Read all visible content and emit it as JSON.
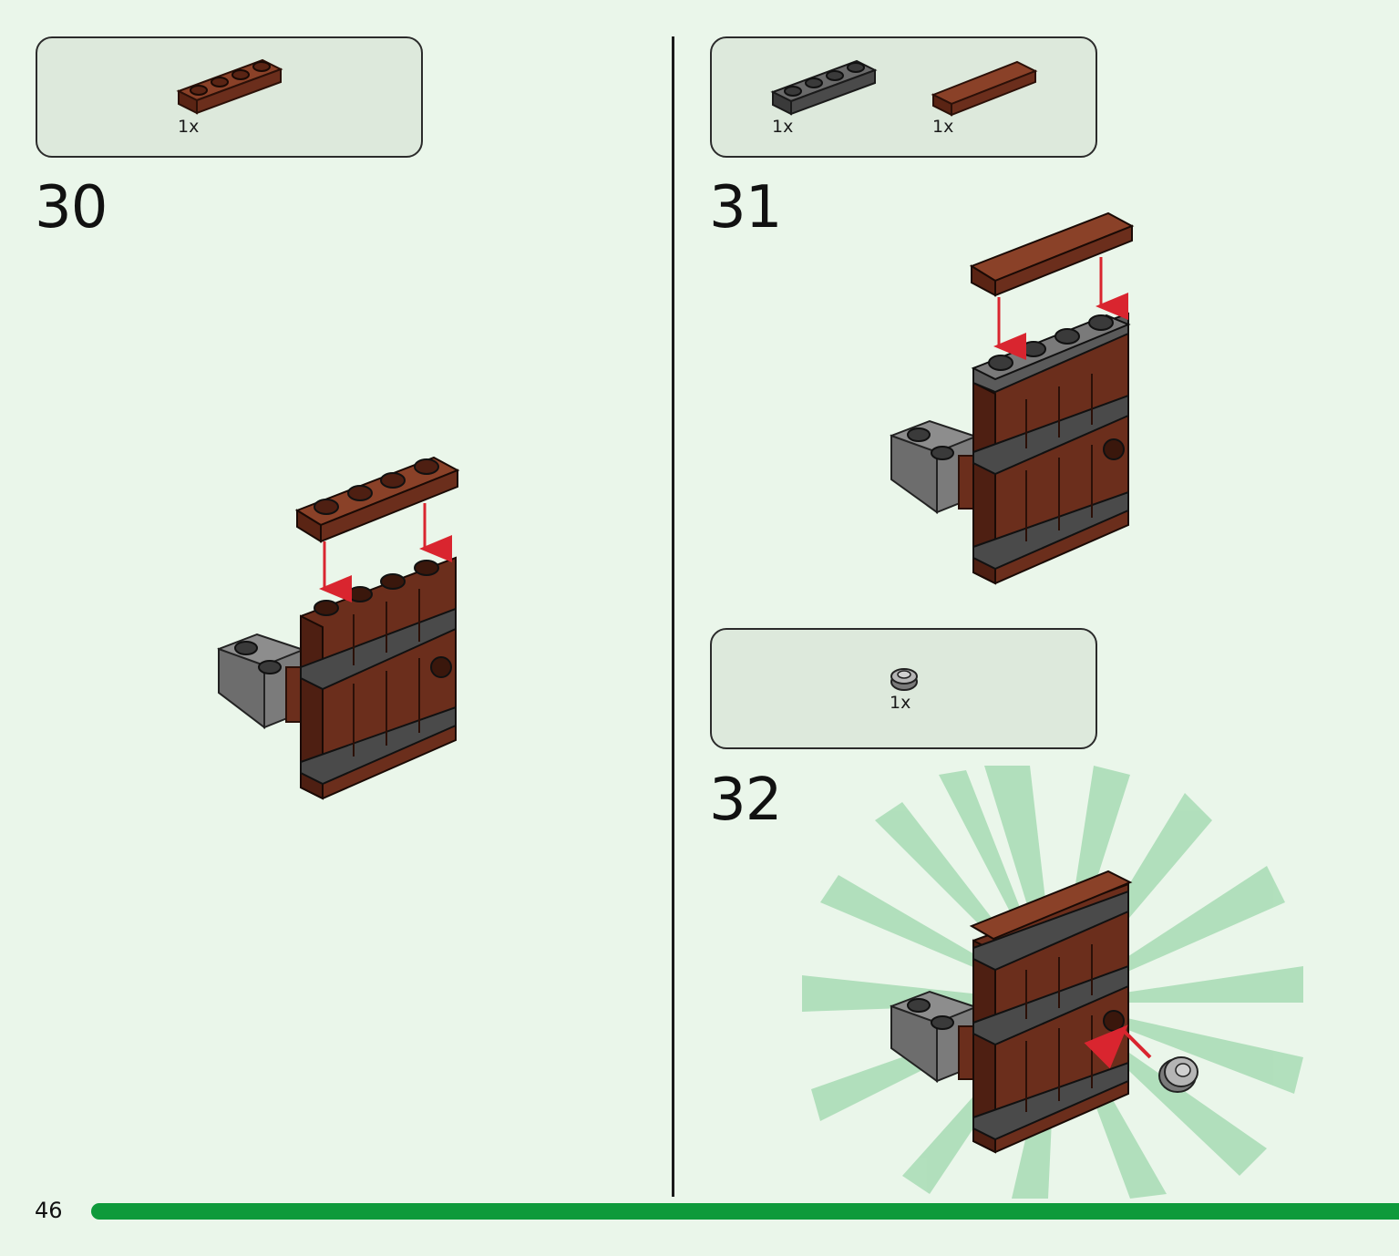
{
  "steps": [
    {
      "number": "30",
      "parts": [
        {
          "qty": "1x",
          "part": "1x4 plate",
          "color": "#6b2e1c"
        }
      ]
    },
    {
      "number": "31",
      "parts": [
        {
          "qty": "1x",
          "part": "1x4 plate",
          "color": "#4a4a4a"
        },
        {
          "qty": "1x",
          "part": "1x4 tile",
          "color": "#6b2e1c"
        }
      ]
    },
    {
      "number": "32",
      "parts": [
        {
          "qty": "1x",
          "part": "round 1x1 plate",
          "color": "#b5b5b5"
        }
      ]
    }
  ],
  "page_number": "46",
  "colors": {
    "brown": "#6b2e1c",
    "dark_gray": "#4a4a4a",
    "light_gray": "#8a8a8a",
    "arrow_red": "#d9252f",
    "progress_green": "#0e9a3b",
    "burst_green": "#9fd8ad"
  }
}
